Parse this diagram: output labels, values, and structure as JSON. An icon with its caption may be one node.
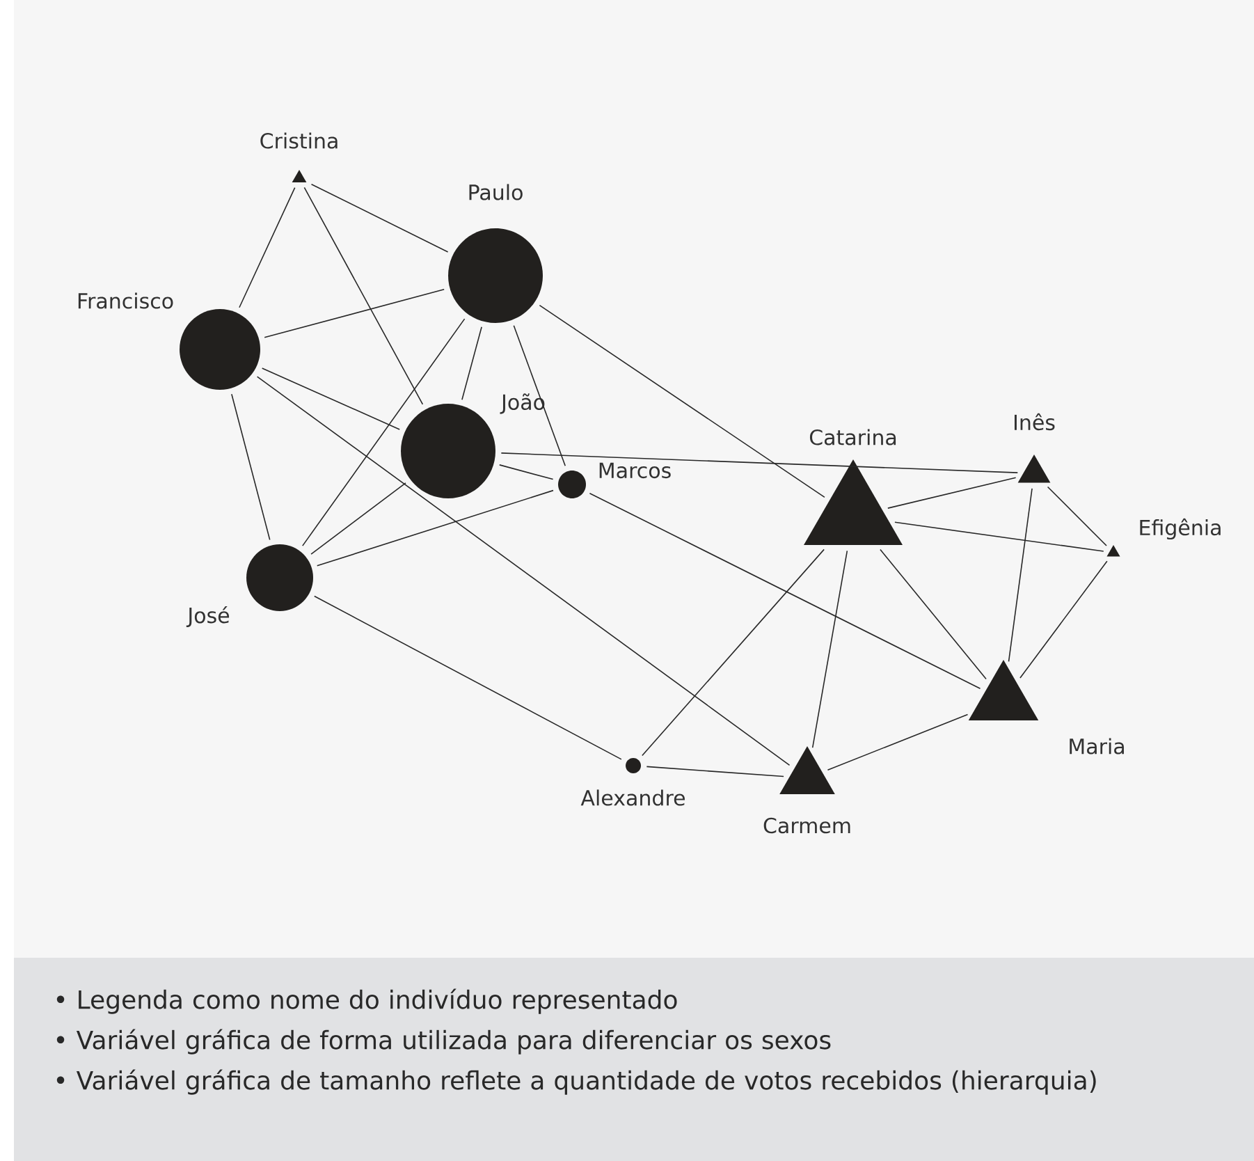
{
  "diagram": {
    "nodes": [
      {
        "text": [],
        "shape": "triangle",
        "beside": [
          "Cristina"
        ]
      },
      {
        "text": [],
        "shape": "circle",
        "beside": [
          "Paulo"
        ]
      },
      {
        "text": [],
        "shape": "circle",
        "beside": [
          "Francisco"
        ]
      },
      {
        "text": [],
        "shape": "circle",
        "beside": [
          "João"
        ]
      },
      {
        "text": [],
        "shape": "circle",
        "beside": [
          "Marcos"
        ]
      },
      {
        "text": [],
        "shape": "circle",
        "beside": [
          "José"
        ]
      },
      {
        "text": [],
        "shape": "triangle",
        "beside": [
          "Catarina"
        ]
      },
      {
        "text": [],
        "shape": "triangle",
        "beside": [
          "Inês"
        ]
      },
      {
        "text": [],
        "shape": "triangle",
        "beside": [
          "Efigênia"
        ]
      },
      {
        "text": [],
        "shape": "triangle",
        "beside": [
          "Maria"
        ]
      },
      {
        "text": [],
        "shape": "circle",
        "beside": [
          "Alexandre"
        ]
      },
      {
        "text": [],
        "shape": "triangle",
        "beside": [
          "Carmem"
        ]
      }
    ],
    "edges": [
      {
        "from": 0,
        "to": 2,
        "arrow": "none"
      },
      {
        "from": 0,
        "to": 3,
        "arrow": "none"
      },
      {
        "from": 0,
        "to": 1,
        "arrow": "none"
      },
      {
        "from": 1,
        "to": 2,
        "arrow": "none"
      },
      {
        "from": 1,
        "to": 3,
        "arrow": "none"
      },
      {
        "from": 1,
        "to": 5,
        "arrow": "none"
      },
      {
        "from": 1,
        "to": 4,
        "arrow": "none"
      },
      {
        "from": 1,
        "to": 6,
        "arrow": "none"
      },
      {
        "from": 2,
        "to": 3,
        "arrow": "none"
      },
      {
        "from": 2,
        "to": 5,
        "arrow": "none"
      },
      {
        "from": 2,
        "to": 11,
        "arrow": "none"
      },
      {
        "from": 3,
        "to": 4,
        "arrow": "none"
      },
      {
        "from": 3,
        "to": 5,
        "arrow": "none"
      },
      {
        "from": 3,
        "to": 7,
        "arrow": "none"
      },
      {
        "from": 4,
        "to": 5,
        "arrow": "none"
      },
      {
        "from": 4,
        "to": 9,
        "arrow": "none"
      },
      {
        "from": 5,
        "to": 10,
        "arrow": "none"
      },
      {
        "from": 10,
        "to": 6,
        "arrow": "none"
      },
      {
        "from": 10,
        "to": 11,
        "arrow": "none"
      },
      {
        "from": 6,
        "to": 7,
        "arrow": "none"
      },
      {
        "from": 6,
        "to": 8,
        "arrow": "none"
      },
      {
        "from": 6,
        "to": 11,
        "arrow": "none"
      },
      {
        "from": 6,
        "to": 9,
        "arrow": "none"
      },
      {
        "from": 7,
        "to": 8,
        "arrow": "none"
      },
      {
        "from": 7,
        "to": 9,
        "arrow": "none"
      },
      {
        "from": 8,
        "to": 9,
        "arrow": "none"
      },
      {
        "from": 11,
        "to": 9,
        "arrow": "none"
      }
    ],
    "labels": [
      "• Legenda como nome do indivíduo representado",
      "• Variável gráfica de forma utilizada para diferenciar os sexos",
      "• Variável gráfica de tamanho reflete a quantidade de votos recebidos (hierarquia)"
    ]
  }
}
